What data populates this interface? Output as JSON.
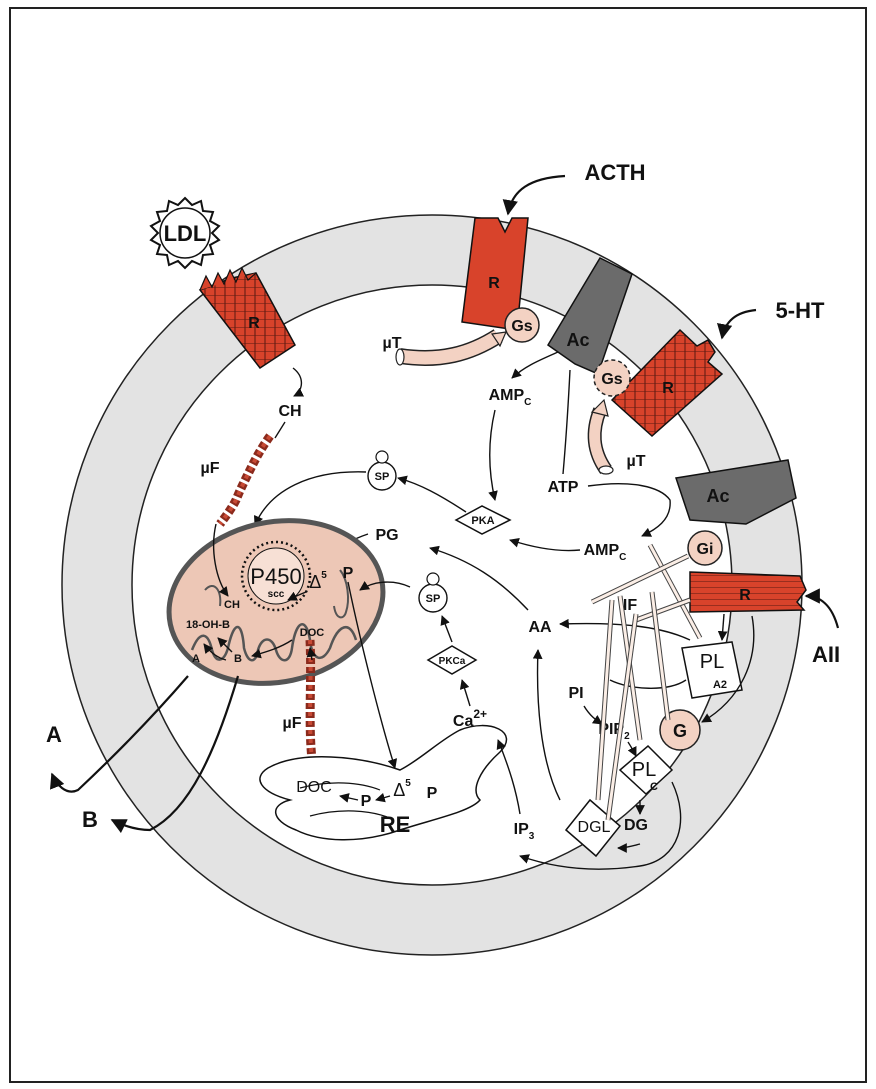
{
  "labels": {
    "ldl": "LDL",
    "acth": "ACTH",
    "five_ht": "5-HT",
    "aii": "AII",
    "receptor": "R",
    "gs": "Gs",
    "gi": "Gi",
    "g": "G",
    "ac": "Ac",
    "mu_t": "µT",
    "mu_f": "µF",
    "ch": "CH",
    "amp": "AMP",
    "amp_sub": "C",
    "atp": "ATP",
    "sp": "SP",
    "pka": "PKA",
    "pkca": "PKCa",
    "pg": "PG",
    "aa": "AA",
    "if": "IF",
    "pl": "PL",
    "pla2_sub": "A2",
    "plc_sub": "C",
    "pi": "PI",
    "pip": "PIP",
    "pip_sub": "2",
    "ca": "Ca",
    "ca_sup": "2+",
    "ip": "IP",
    "ip_sub": "3",
    "dgl": "DGL",
    "dg": "DG",
    "p450": "P450",
    "p450_sub": "scc",
    "delta": "Δ",
    "delta_sup": "5",
    "p": "P",
    "doc": "DOC",
    "oh_b": "18-OH-B",
    "a": "A",
    "b": "B",
    "re": "RE"
  },
  "colors": {
    "receptor_red": "#d8432b",
    "ac_gray": "#6b6b6b",
    "membrane_gray": "#e3e3e3",
    "node_pink": "#f3d2c3",
    "mito_fill": "#edc7b6"
  }
}
